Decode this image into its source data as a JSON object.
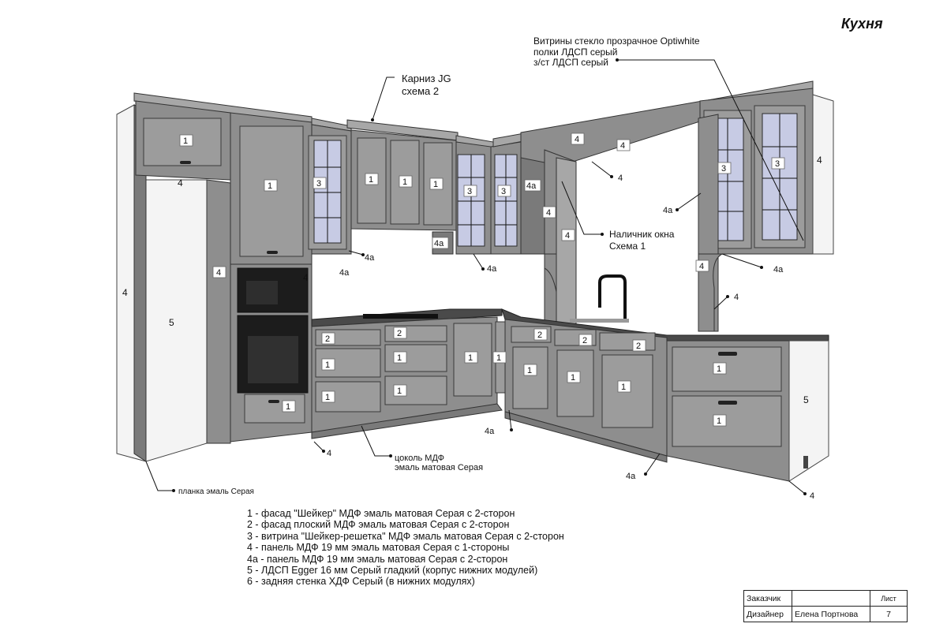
{
  "title": "Кухня",
  "callouts": {
    "vitrines_line1": "Витрины стекло прозрачное Optiwhite",
    "vitrines_line2": "полки ЛДСП серый",
    "vitrines_line3": "з/ст ЛДСП серый",
    "karniz_line1": "Карниз JG",
    "karniz_line2": "схема 2",
    "nalichnik_line1": "Наличник окна",
    "nalichnik_line2": "Схема 1",
    "tsokol_line1": "цоколь МДФ",
    "tsokol_line2": "эмаль матовая Серая",
    "planka": "планка эмаль Серая"
  },
  "marks": {
    "m1": "1",
    "m2": "2",
    "m3": "3",
    "m4": "4",
    "m4a": "4а",
    "m5": "5"
  },
  "legend": [
    "1 - фасад \"Шейкер\" МДФ эмаль матовая Серая с 2-сторон",
    "2 - фасад плоский МДФ эмаль матовая Серая с 2-сторон",
    "3 - витрина \"Шейкер-решетка\" МДФ эмаль матовая Серая с 2-сторон",
    "4 - панель МДФ 19 мм эмаль матовая Серая с 1-стороны",
    "4а - панель МДФ 19 мм эмаль матовая Серая с 2-сторон",
    "5 - ЛДСП Egger 16 мм Серый гладкий (корпус нижних модулей)",
    "6 - задняя стенка ХДФ Серый (в нижних модулях)"
  ],
  "stamp": {
    "customer_label": "Заказчик",
    "customer_value": "",
    "sheet_label": "Лист",
    "designer_label": "Дизайнер",
    "designer_value": "Елена Портнова",
    "sheet_value": "7"
  },
  "colors": {
    "cabinet": "#8e8e8e",
    "cabinet_light": "#b3b3b3",
    "cabinet_dark": "#6d6d6d",
    "panel_white": "#f4f4f4",
    "glass": "#c7cbe4",
    "oven_black": "#1c1c1c",
    "countertop": "#4a4a4a"
  }
}
